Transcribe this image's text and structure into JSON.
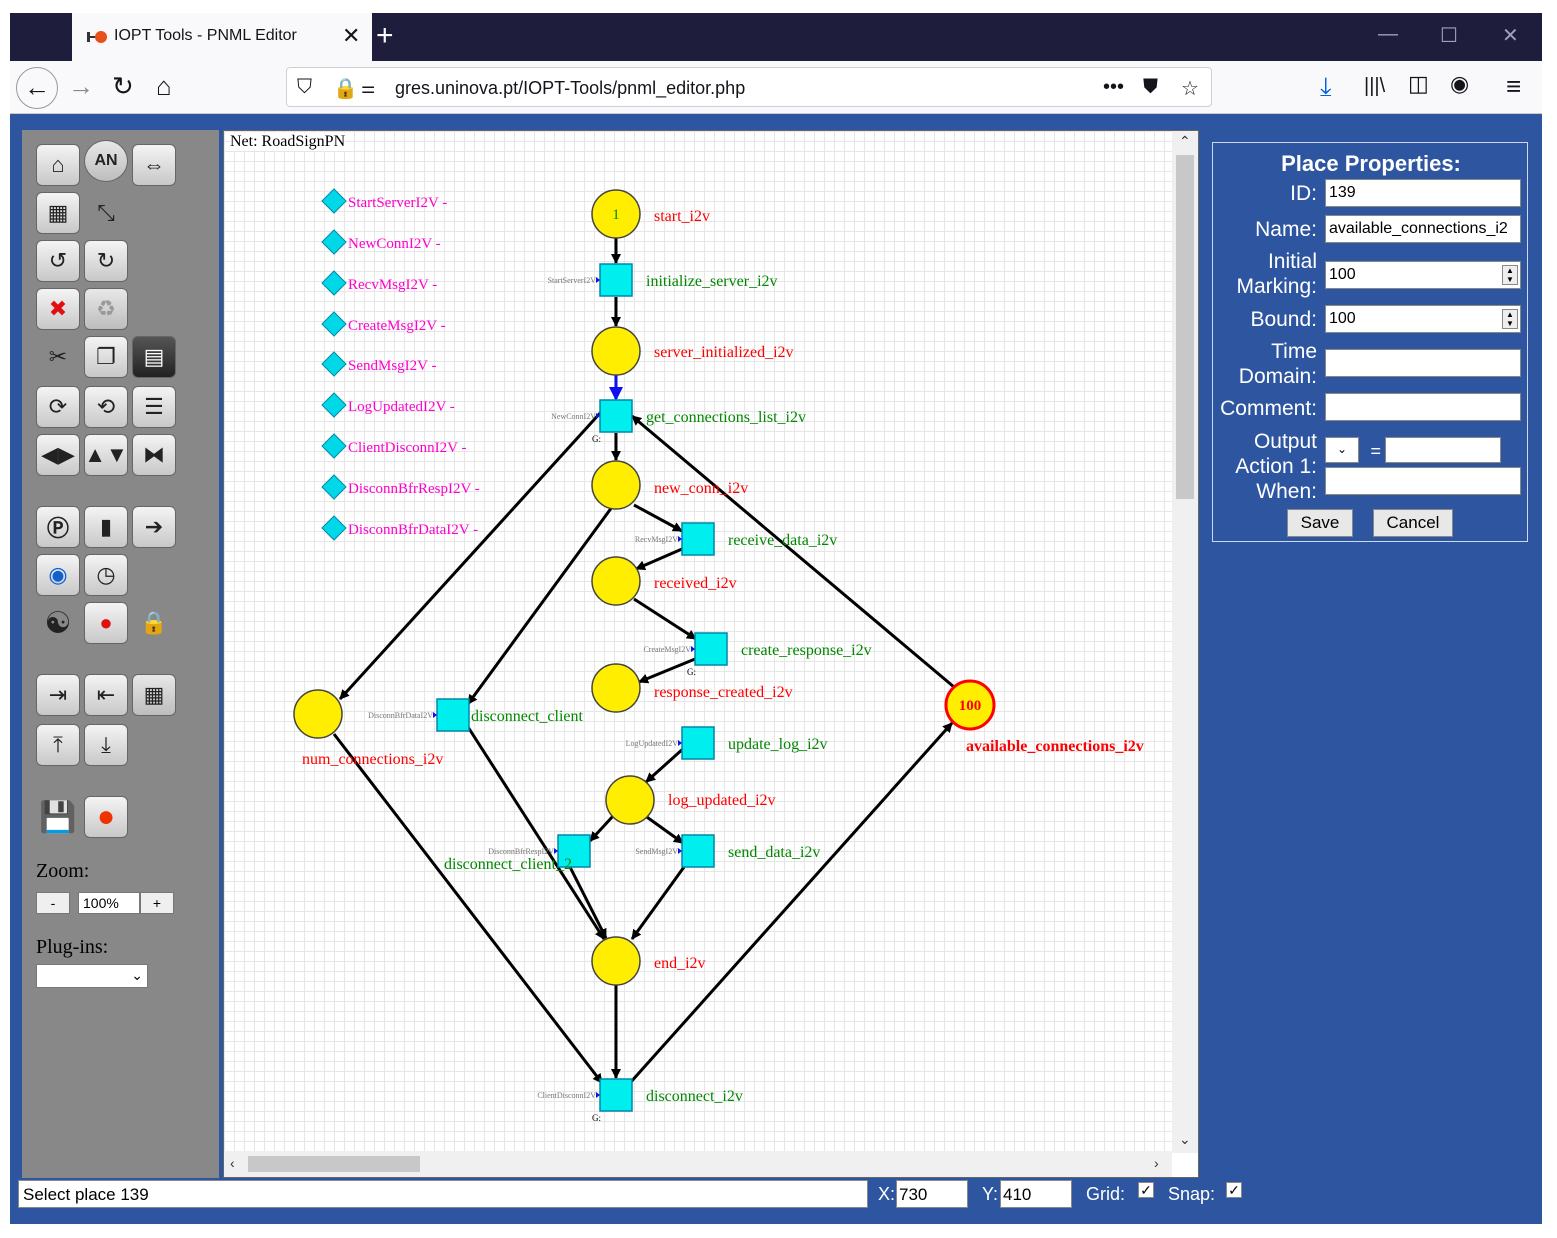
{
  "browser": {
    "tab_title": "IOPT Tools - PNML Editor",
    "url": "gres.uninova.pt/IOPT-Tools/pnml_editor.php"
  },
  "editor": {
    "net_label": "Net: RoadSignPN",
    "zoom_label": "Zoom:",
    "zoom_value": "100%",
    "zoom_minus": "-",
    "zoom_plus": "+",
    "plugins_label": "Plug-ins:",
    "status": "Select place 139",
    "x_label": "X:",
    "x_value": "730",
    "y_label": "Y:",
    "y_value": "410",
    "grid_label": "Grid:",
    "snap_label": "Snap:"
  },
  "properties": {
    "title": "Place Properties:",
    "id_label": "ID:",
    "id_value": "139",
    "name_label": "Name:",
    "name_value": "available_connections_i2",
    "initial_marking_label_1": "Initial",
    "initial_marking_label_2": "Marking:",
    "initial_marking_value": "100",
    "bound_label": "Bound:",
    "bound_value": "100",
    "time_domain_label_1": "Time",
    "time_domain_label_2": "Domain:",
    "comment_label": "Comment:",
    "output_action_label_1": "Output",
    "output_action_label_2": "Action 1:",
    "when_label": "When:",
    "equals": "=",
    "save_label": "Save",
    "cancel_label": "Cancel"
  },
  "net": {
    "inputs": [
      "StartServerI2V -",
      "NewConnI2V -",
      "RecvMsgI2V -",
      "CreateMsgI2V -",
      "SendMsgI2V -",
      "LogUpdatedI2V -",
      "ClientDisconnI2V -",
      "DisconnBfrRespI2V -",
      "DisconnBfrDataI2V -"
    ],
    "places": [
      {
        "name": "start_i2v",
        "tokens": "1"
      },
      {
        "name": "server_initialized_i2v",
        "tokens": ""
      },
      {
        "name": "new_conn_i2v",
        "tokens": ""
      },
      {
        "name": "received_i2v",
        "tokens": ""
      },
      {
        "name": "response_created_i2v",
        "tokens": ""
      },
      {
        "name": "log_updated_i2v",
        "tokens": ""
      },
      {
        "name": "end_i2v",
        "tokens": ""
      },
      {
        "name": "num_connections_i2v",
        "tokens": ""
      },
      {
        "name": "available_connections_i2v",
        "tokens": "100"
      }
    ],
    "transitions": [
      {
        "name": "initialize_server_i2v",
        "signal": "StartServerI2V"
      },
      {
        "name": "get_connections_list_i2v",
        "signal": "NewConnI2V"
      },
      {
        "name": "receive_data_i2v",
        "signal": "RecvMsgI2V"
      },
      {
        "name": "create_response_i2v",
        "signal": "CreateMsgI2V"
      },
      {
        "name": "update_log_i2v",
        "signal": "LogUpdatedI2V"
      },
      {
        "name": "send_data_i2v",
        "signal": "SendMsgI2V"
      },
      {
        "name": "disconnect_client_2",
        "signal": "DisconnBfrRespI2V"
      },
      {
        "name": "disconnect_client",
        "signal": "DisconnBfrDataI2V"
      },
      {
        "name": "disconnect_i2v",
        "signal": "ClientDisconnI2V"
      }
    ],
    "guard_label": "G:"
  },
  "colors": {
    "app_bg": "#2e56a0",
    "place_fill": "#ffee00",
    "transition_fill": "#00eeee",
    "place_label": "#ff0000",
    "transition_label": "#008800",
    "input_label": "#ff00cc"
  }
}
